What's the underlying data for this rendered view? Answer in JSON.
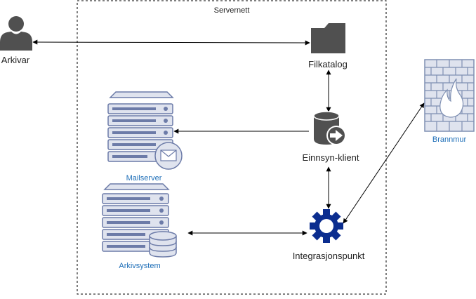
{
  "zone": {
    "label": "Servernett"
  },
  "nodes": {
    "arkivar": {
      "label": "Arkivar",
      "icon": "user-icon"
    },
    "filkatalog": {
      "label": "Filkatalog",
      "icon": "folder-icon"
    },
    "einnsyn": {
      "label": "Einnsyn-klient",
      "icon": "database-export-icon"
    },
    "integrasjon": {
      "label": "Integrasjonspunkt",
      "icon": "gear-icon"
    },
    "mailserver": {
      "label": "Mailserver",
      "icon": "mail-server-icon"
    },
    "arkivsystem": {
      "label": "Arkivsystem",
      "icon": "database-server-icon"
    },
    "brannmur": {
      "label": "Brannmur",
      "icon": "firewall-icon"
    }
  },
  "edges": [
    {
      "from": "Arkivar",
      "to": "Filkatalog",
      "direction": "both"
    },
    {
      "from": "Filkatalog",
      "to": "Einnsyn-klient",
      "direction": "both"
    },
    {
      "from": "Einnsyn-klient",
      "to": "Mailserver",
      "direction": "forward"
    },
    {
      "from": "Einnsyn-klient",
      "to": "Integrasjonspunkt",
      "direction": "both"
    },
    {
      "from": "Arkivsystem",
      "to": "Integrasjonspunkt",
      "direction": "both"
    },
    {
      "from": "Integrasjonspunkt",
      "to": "Brannmur",
      "direction": "both"
    }
  ],
  "colors": {
    "icon_dark": "#505050",
    "server_fill": "#dfe3ee",
    "server_stroke": "#6c7ba8",
    "gear": "#0b2d8f",
    "firewall_fill": "#dfe3ee",
    "firewall_stroke": "#7e8fb2",
    "label_blue": "#1f6fb8"
  }
}
